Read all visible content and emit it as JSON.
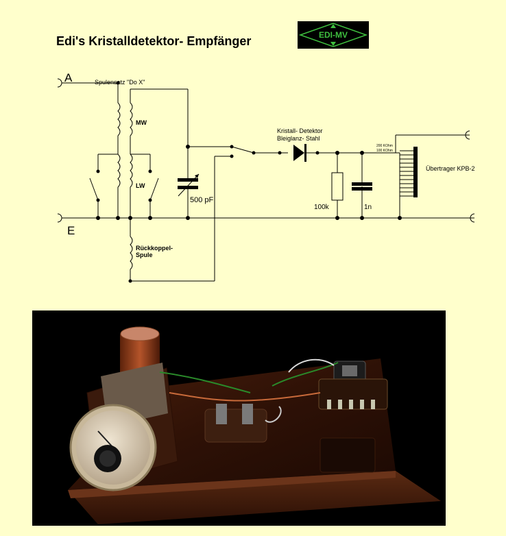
{
  "header": {
    "title": "Edi's Kristalldetektor- Empfänger",
    "logo_text": "EDI-MV",
    "logo_color": "#3fbf3f"
  },
  "schematic": {
    "terminal_antenna": "A",
    "terminal_earth": "E",
    "coil_set": "Spulensatz \"Do X\"",
    "coil_mw": "MW",
    "coil_lw": "LW",
    "feedback_coil_line1": "Rückkoppel-",
    "feedback_coil_line2": "Spule",
    "capacitor_variable": "500 pF",
    "detector_line1": "Kristall- Detektor",
    "detector_line2": "Bleiglanz- Stahl",
    "resistor": "100k",
    "capacitor_fixed": "1n",
    "transformer": "Übertrager KPB-2",
    "tap_200k": "200 KOhm",
    "tap_100k": "100 KOhm"
  }
}
